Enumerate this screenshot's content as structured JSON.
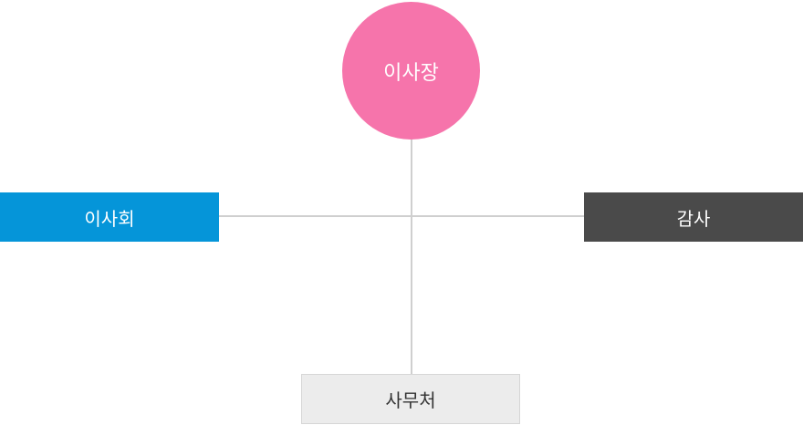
{
  "org_chart": {
    "chairman": {
      "label": "이사장"
    },
    "board": {
      "label": "이사회"
    },
    "auditor": {
      "label": "감사"
    },
    "secretariat": {
      "label": "사무처"
    }
  },
  "colors": {
    "chairman_fill": "#f674ab",
    "board_fill": "#0595d9",
    "auditor_fill": "#4a4a4a",
    "secretariat_fill": "#ececec",
    "connector": "#cfcfcf"
  }
}
